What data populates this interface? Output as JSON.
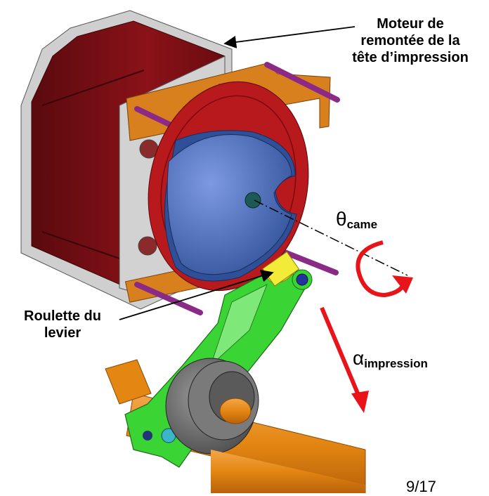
{
  "labels": {
    "motor": {
      "line1": "Moteur de",
      "line2": "remontée de la",
      "line3": "tête d’impression"
    },
    "roulette": {
      "line1": "Roulette du",
      "line2": "levier"
    },
    "theta": {
      "symbol": "θ",
      "sub": "came"
    },
    "alpha": {
      "symbol": "α",
      "sub": "impression"
    }
  },
  "page_number": "9/17",
  "colors": {
    "motor_body": "#7a0d12",
    "motor_frame": "#c6c6c6",
    "cam_disc": "#b8191c",
    "cam": "#4d6fb8",
    "roller": "#f2ec38",
    "lever": "#3bd435",
    "shaft": "#e38612",
    "bracket": "#d9801e",
    "rods": "#8a2a86",
    "hub": "#6f6f6f",
    "arrow": "#e8141a"
  }
}
